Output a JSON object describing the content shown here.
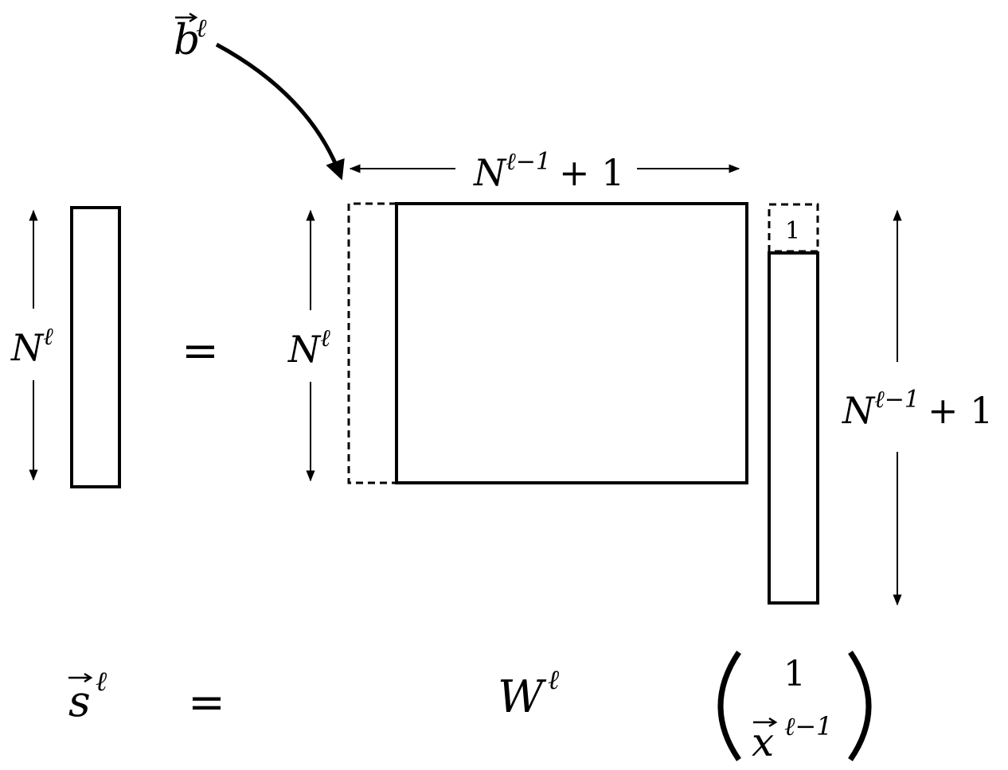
{
  "labels": {
    "bias": {
      "symbol": "b",
      "superscript": "ℓ"
    },
    "top_width": {
      "base": "N",
      "superscript": "ℓ−1",
      "suffix": "+ 1"
    },
    "left_height": {
      "base": "N",
      "superscript": "ℓ"
    },
    "matrix_height": {
      "base": "N",
      "superscript": "ℓ"
    },
    "right_height": {
      "base": "N",
      "superscript": "ℓ−1",
      "suffix": "+ 1"
    },
    "equals_top": "=",
    "one_cell": "1"
  },
  "equation": {
    "s": {
      "symbol": "s",
      "superscript": "ℓ"
    },
    "equals": "=",
    "w": {
      "base": "W",
      "superscript": "ℓ"
    },
    "vector_top": "1",
    "vector_bottom": {
      "symbol": "x",
      "superscript": "ℓ−1"
    }
  }
}
